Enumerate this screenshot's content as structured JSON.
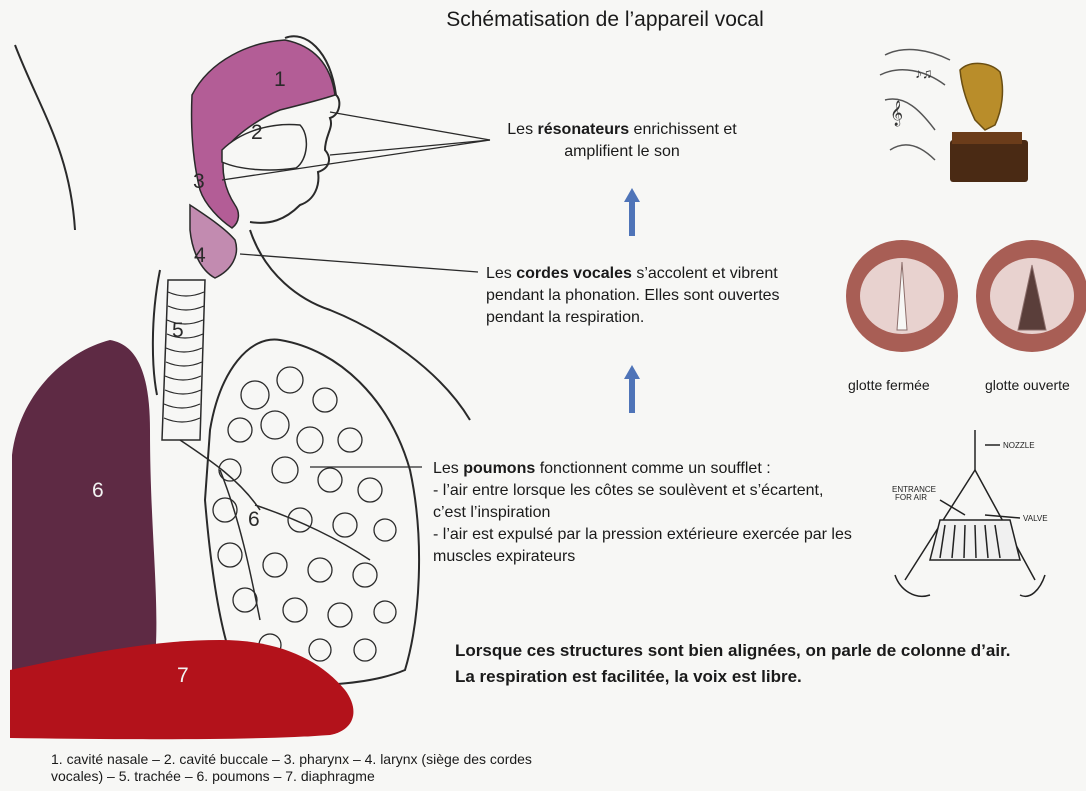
{
  "title": "Schématisation de l’appareil vocal",
  "anatomy_numbers": [
    "1",
    "2",
    "3",
    "4",
    "5",
    "6",
    "6",
    "7"
  ],
  "resonateurs": {
    "pre": "Les ",
    "bold": "résonateurs",
    "post": " enrichissent et amplifient le son"
  },
  "cordes": {
    "pre": "Les ",
    "bold": "cordes vocales",
    "post": " s’accolent et vibrent pendant la phonation. Elles sont ouvertes pendant la respiration."
  },
  "poumons": {
    "pre": "Les ",
    "bold": "poumons",
    "post": " fonctionnent comme un soufflet :",
    "line2": "- l’air entre lorsque les côtes se soulèvent et s’écartent, c’est l’inspiration",
    "line3": "- l’air est expulsé par la pression extérieure exercée par les muscles expirateurs"
  },
  "conclusion": {
    "line1": "Lorsque ces structures sont bien alignées, on parle de colonne d’air.",
    "line2": "La respiration est facilitée, la voix est libre."
  },
  "glottis": {
    "closed": "glotte fermée",
    "open": "glotte ouverte"
  },
  "bellows": {
    "nozzle": "NOZZLE",
    "entrance_1": "ENTRANCE",
    "entrance_2": "FOR AIR",
    "valve": "VALVE"
  },
  "legend": "1. cavité nasale – 2. cavité buccale – 3. pharynx – 4. larynx (siège des cordes vocales) – 5. trachée – 6. poumons – 7. diaphragme",
  "colors": {
    "resonator": "#b35d96",
    "lung_dark": "#5e2a44",
    "diaphragm": "#b3121b",
    "arrow": "#4f74b8",
    "trumpet": "#b98d2a"
  }
}
